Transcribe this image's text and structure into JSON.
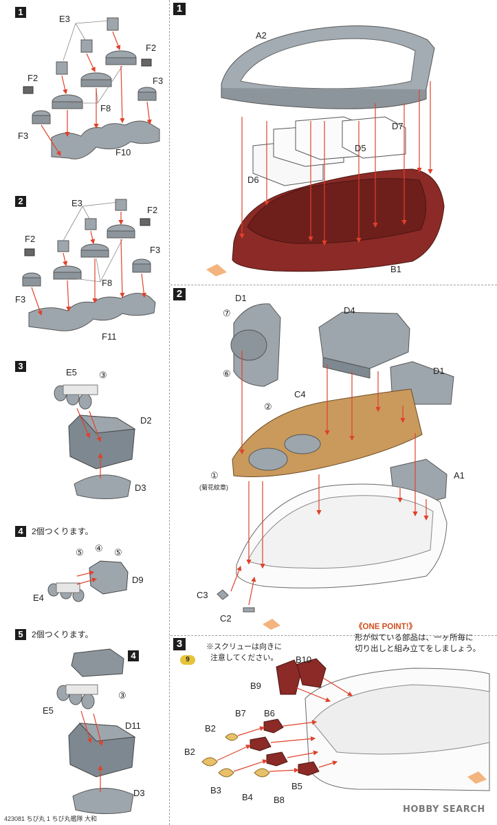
{
  "left_steps": [
    {
      "num": "1"
    },
    {
      "num": "2"
    },
    {
      "num": "3"
    },
    {
      "num": "4",
      "note": "2個つくります。"
    },
    {
      "num": "5",
      "note": "2個つくります。"
    }
  ],
  "left_labels": {
    "s1": {
      "e3": "E3",
      "f2a": "F2",
      "f3a": "F3",
      "f2b": "F2",
      "f8": "F8",
      "f3b": "F3",
      "f10": "F10"
    },
    "s2": {
      "e3": "E3",
      "f2a": "F2",
      "f3a": "F3",
      "f2b": "F2",
      "f8": "F8",
      "f3b": "F3",
      "f11": "F11"
    },
    "s3": {
      "e5": "E5",
      "c3": "③",
      "d2": "D2",
      "d3": "D3"
    },
    "s4": {
      "c5a": "⑤",
      "c4": "④",
      "c5b": "⑤",
      "d9": "D9",
      "e4": "E4"
    },
    "s5": {
      "box": "4",
      "e5": "E5",
      "c3": "③",
      "d11": "D11",
      "d3": "D3"
    }
  },
  "right_steps": [
    {
      "num": "1"
    },
    {
      "num": "2"
    },
    {
      "num": "3"
    }
  ],
  "right_labels": {
    "r1": {
      "a2": "A2",
      "d7": "D7",
      "d5": "D5",
      "d6": "D6",
      "b1": "B1"
    },
    "r2": {
      "d1a": "D1",
      "c7": "⑦",
      "c6": "⑥",
      "d4": "D4",
      "d1b": "D1",
      "c4": "C4",
      "c2": "②",
      "c1": "①",
      "kiku": "(菊花紋章)",
      "a1": "A1",
      "c3": "C3",
      "cc2": "C2"
    },
    "r3": {
      "b10": "B10",
      "b9": "B9",
      "b7": "B7",
      "b6": "B6",
      "b2a": "B2",
      "b2b": "B2",
      "b3": "B3",
      "b4": "B4",
      "b8": "B8",
      "b5": "B5"
    }
  },
  "screw_note": {
    "badge": "9",
    "line1": "※スクリューは向きに",
    "line2": "注意してください。"
  },
  "one_point": {
    "heading": "《ONE POINT!》",
    "line1": "形が似ている部品は、一ヶ所毎に",
    "line2": "切り出しと組み立てをしましょう。"
  },
  "footer": {
    "text": "423081 ちび丸 1 ちび丸艦隊 大和"
  },
  "watermark": {
    "text": "HOBBY SEARCH"
  },
  "colors": {
    "gray_part": "#9ea6ad",
    "hull_red": "#8b2a26",
    "deck_wood": "#c99a5c",
    "arrow_red": "#e0412a",
    "brass": "#e8c06a"
  }
}
